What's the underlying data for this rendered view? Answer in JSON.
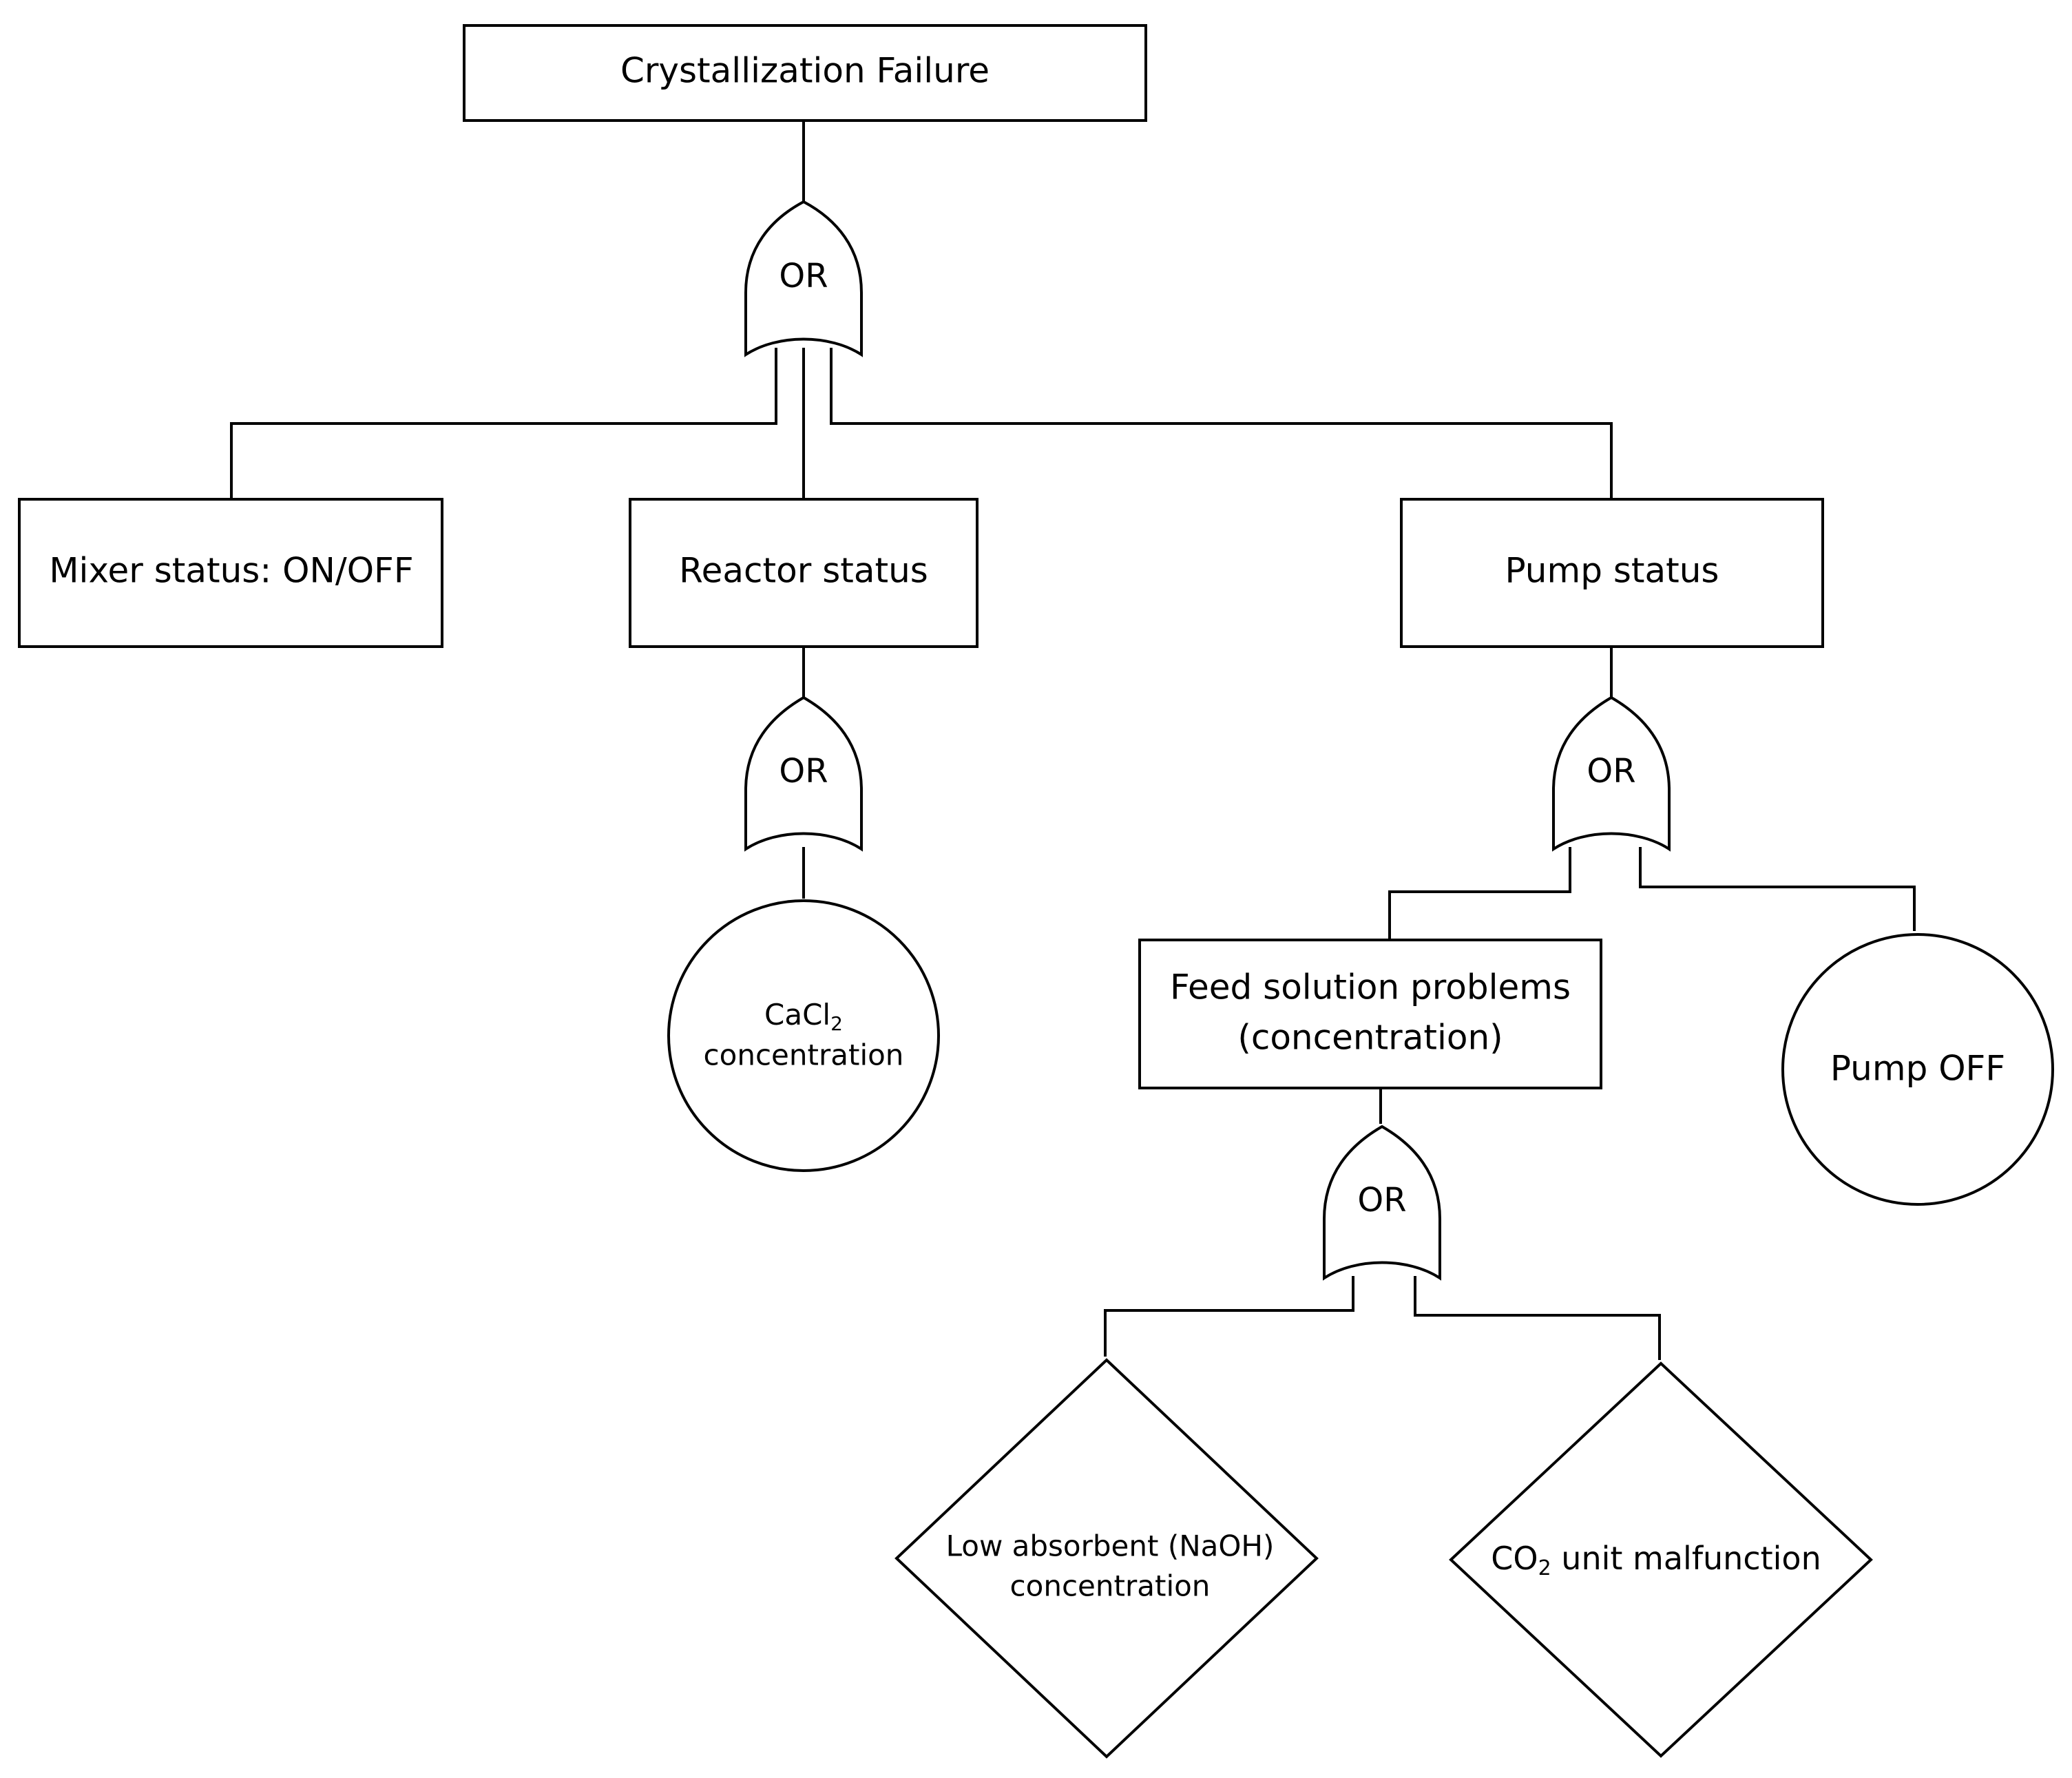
{
  "fault_tree": {
    "top_event": "Crystallization Failure",
    "events": {
      "mixer": "Mixer status: ON/OFF",
      "reactor": "Reactor status",
      "pump": "Pump status",
      "feed_line1": "Feed solution problems",
      "feed_line2": "(concentration)"
    },
    "basic_events": {
      "cacl2_main": "CaCl",
      "cacl2_sub": "2",
      "cacl2_line2": "concentration",
      "pump_off": "Pump OFF"
    },
    "undeveloped_events": {
      "naoh_line1": "Low absorbent (NaOH)",
      "naoh_line2": "concentration",
      "co2_prefix": "CO",
      "co2_sub": "2",
      "co2_rest": " unit malfunction"
    },
    "gates": {
      "top": "OR",
      "reactor": "OR",
      "pump": "OR",
      "feed": "OR"
    }
  }
}
